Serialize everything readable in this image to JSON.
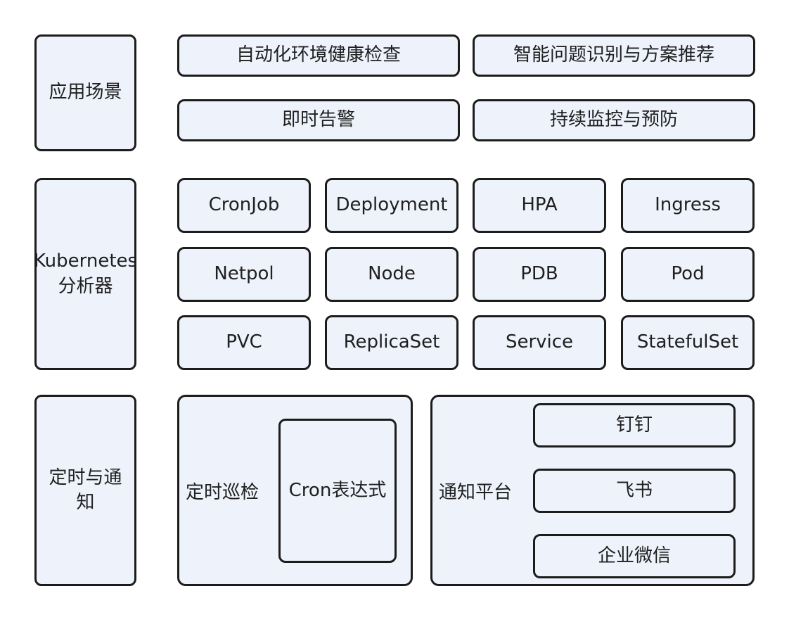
{
  "scenarios": {
    "label": "应用场景",
    "items": [
      "自动化环境健康检查",
      "智能问题识别与方案推荐",
      "即时告警",
      "持续监控与预防"
    ]
  },
  "analyzers": {
    "label": "Kubernetes 分析器",
    "items": [
      "CronJob",
      "Deployment",
      "HPA",
      "Ingress",
      "Netpol",
      "Node",
      "PDB",
      "Pod",
      "PVC",
      "ReplicaSet",
      "Service",
      "StatefulSet"
    ]
  },
  "schedule_notify": {
    "label": "定时与通知",
    "schedule": {
      "label": "定时巡检",
      "inner": "Cron表达式"
    },
    "notify": {
      "label": "通知平台",
      "items": [
        "钉钉",
        "飞书",
        "企业微信"
      ]
    }
  }
}
